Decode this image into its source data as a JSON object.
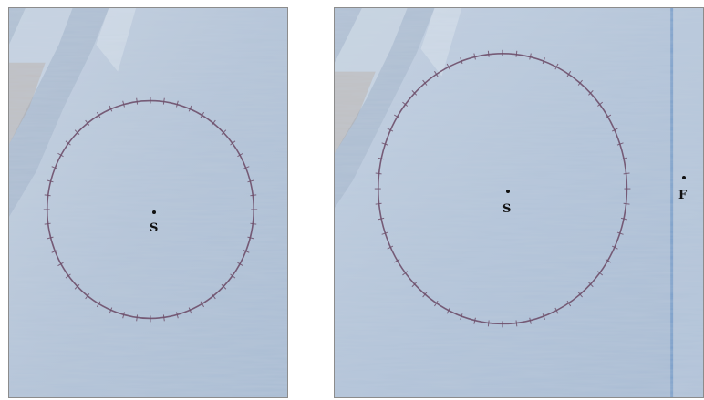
{
  "panels": [
    {
      "markers": [
        {
          "label": "S"
        }
      ]
    },
    {
      "markers": [
        {
          "label": "S"
        },
        {
          "label": "F"
        }
      ]
    }
  ],
  "colors": {
    "paper": "#b9c9dc",
    "circle": "#6e4f6a",
    "frame": "#8c8c8c"
  }
}
